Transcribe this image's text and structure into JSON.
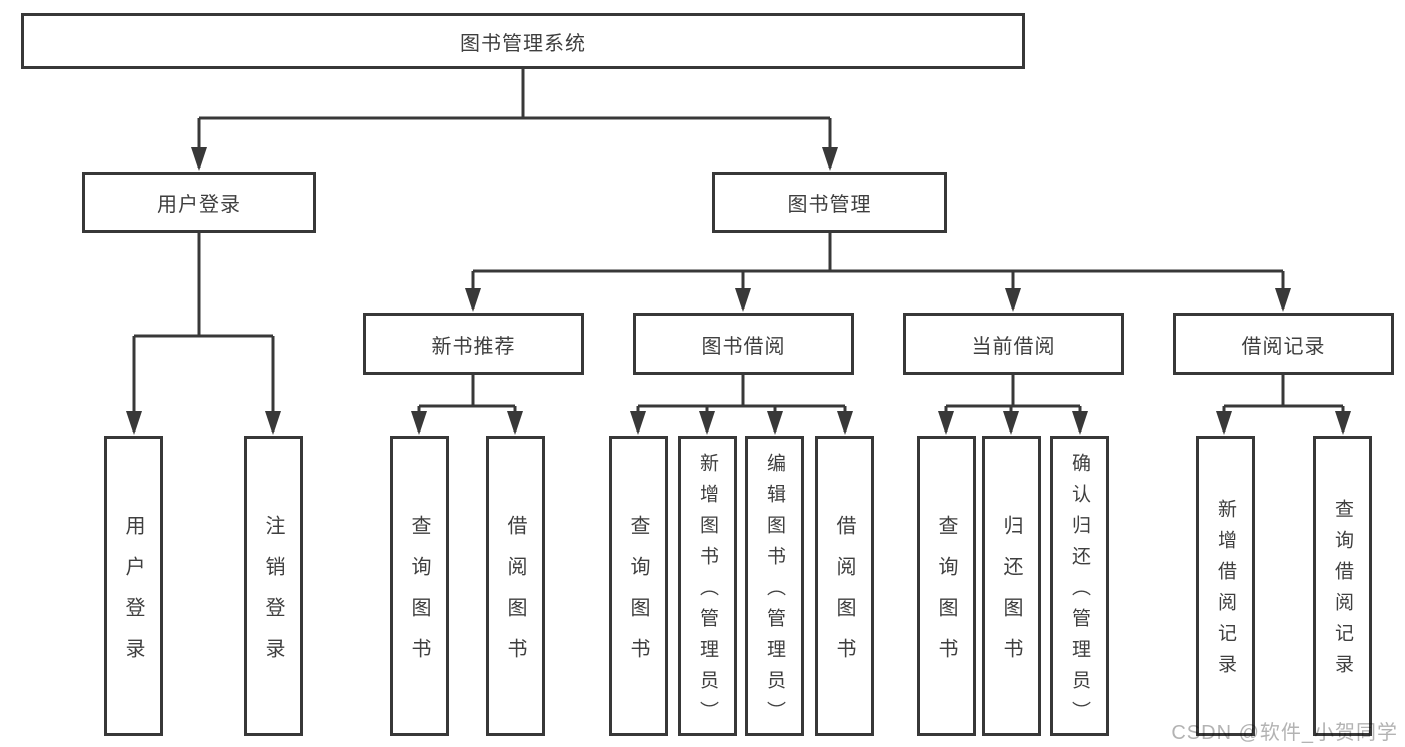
{
  "diagram": {
    "title": "图书管理系统",
    "nodes": {
      "root": "图书管理系统",
      "user_login": "用户登录",
      "book_management": "图书管理",
      "new_book_recommend": "新书推荐",
      "book_borrow": "图书借阅",
      "current_borrow": "当前借阅",
      "borrow_records": "借阅记录",
      "leaf_user_login": "用户登录",
      "leaf_logout": "注销登录",
      "leaf_nb_query_books": "查询图书",
      "leaf_nb_borrow_books": "借阅图书",
      "leaf_bb_query_books": "查询图书",
      "leaf_bb_add_books_admin": "新增图书（管理员）",
      "leaf_bb_edit_books_admin": "编辑图书（管理员）",
      "leaf_bb_borrow_books": "借阅图书",
      "leaf_cb_query_books": "查询图书",
      "leaf_cb_return_books": "归还图书",
      "leaf_cb_confirm_return_admin": "确认归还（管理员）",
      "leaf_br_add_record": "新增借阅记录",
      "leaf_br_query_record": "查询借阅记录"
    },
    "colors": {
      "line": "#383838",
      "text": "#3f3f3f",
      "background": "#ffffff",
      "watermark_text": "#b3b3b3"
    }
  },
  "watermark": "CSDN @软件_小贺同学"
}
